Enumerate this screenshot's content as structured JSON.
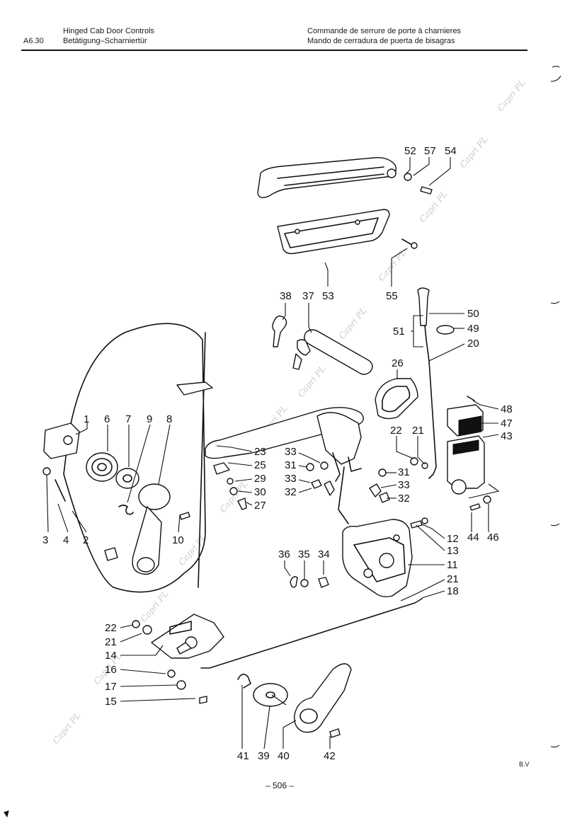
{
  "header": {
    "section": "A6.30",
    "title_en": "Hinged Cab Door Controls",
    "title_de": "Betätigung–Scharniertür",
    "title_fr": "Commande de serrure de porte à charnieres",
    "title_es": "Mando de cerradura de puerta de bisagras"
  },
  "footer": {
    "page": "– 506 –",
    "mark": "B.V"
  },
  "watermark": "Capri PL",
  "callouts": [
    "52",
    "57",
    "54",
    "53",
    "55",
    "38",
    "37",
    "50",
    "49",
    "51",
    "20",
    "26",
    "48",
    "47",
    "43",
    "1",
    "6",
    "7",
    "9",
    "8",
    "22",
    "21",
    "23",
    "33",
    "25",
    "31",
    "29",
    "30",
    "27",
    "32",
    "3",
    "4",
    "2",
    "10",
    "44",
    "46",
    "12",
    "13",
    "11",
    "18",
    "36",
    "35",
    "34",
    "14",
    "16",
    "17",
    "15",
    "41",
    "39",
    "40",
    "42"
  ]
}
